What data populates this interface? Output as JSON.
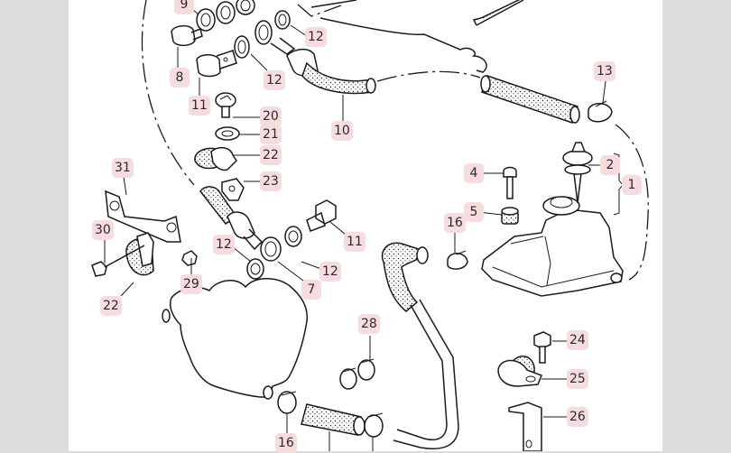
{
  "viewer": {
    "background_color": "#dcdcdc",
    "sheet_color": "#ffffff",
    "callout_color": "#f7dcdf"
  },
  "diagram": {
    "title": "",
    "callouts": [
      {
        "id": "c9",
        "label": "9",
        "part": "washer"
      },
      {
        "id": "c8",
        "label": "8",
        "part": "banjo-bolt"
      },
      {
        "id": "c12a",
        "label": "12",
        "part": "seal-ring"
      },
      {
        "id": "c12b",
        "label": "12",
        "part": "seal-ring"
      },
      {
        "id": "c11a",
        "label": "11",
        "part": "banjo-bolt"
      },
      {
        "id": "c10",
        "label": "10",
        "part": "pressure-hose"
      },
      {
        "id": "c13",
        "label": "13",
        "part": "hose-clamp"
      },
      {
        "id": "c20",
        "label": "20",
        "part": "screw"
      },
      {
        "id": "c21",
        "label": "21",
        "part": "washer"
      },
      {
        "id": "c22a",
        "label": "22",
        "part": "clip"
      },
      {
        "id": "c23",
        "label": "23",
        "part": "nut"
      },
      {
        "id": "c2",
        "label": "2",
        "part": "cap"
      },
      {
        "id": "c1",
        "label": "1",
        "part": "reservoir"
      },
      {
        "id": "c4",
        "label": "4",
        "part": "bolt"
      },
      {
        "id": "c5",
        "label": "5",
        "part": "bushing"
      },
      {
        "id": "c16a",
        "label": "16",
        "part": "hose-clamp"
      },
      {
        "id": "c31",
        "label": "31",
        "part": "bracket"
      },
      {
        "id": "c30",
        "label": "30",
        "part": "bolt"
      },
      {
        "id": "c22b",
        "label": "22",
        "part": "clip"
      },
      {
        "id": "c29",
        "label": "29",
        "part": "nut"
      },
      {
        "id": "c12c",
        "label": "12",
        "part": "seal-ring"
      },
      {
        "id": "c12d",
        "label": "12",
        "part": "seal-ring"
      },
      {
        "id": "c7",
        "label": "7",
        "part": "banjo-fitting"
      },
      {
        "id": "c11b",
        "label": "11",
        "part": "banjo-bolt"
      },
      {
        "id": "c28",
        "label": "28",
        "part": "hose-clamps"
      },
      {
        "id": "c24",
        "label": "24",
        "part": "bolt"
      },
      {
        "id": "c25",
        "label": "25",
        "part": "clip"
      },
      {
        "id": "c26",
        "label": "26",
        "part": "bracket"
      },
      {
        "id": "c16b",
        "label": "16",
        "part": "hose-clamp"
      }
    ]
  }
}
